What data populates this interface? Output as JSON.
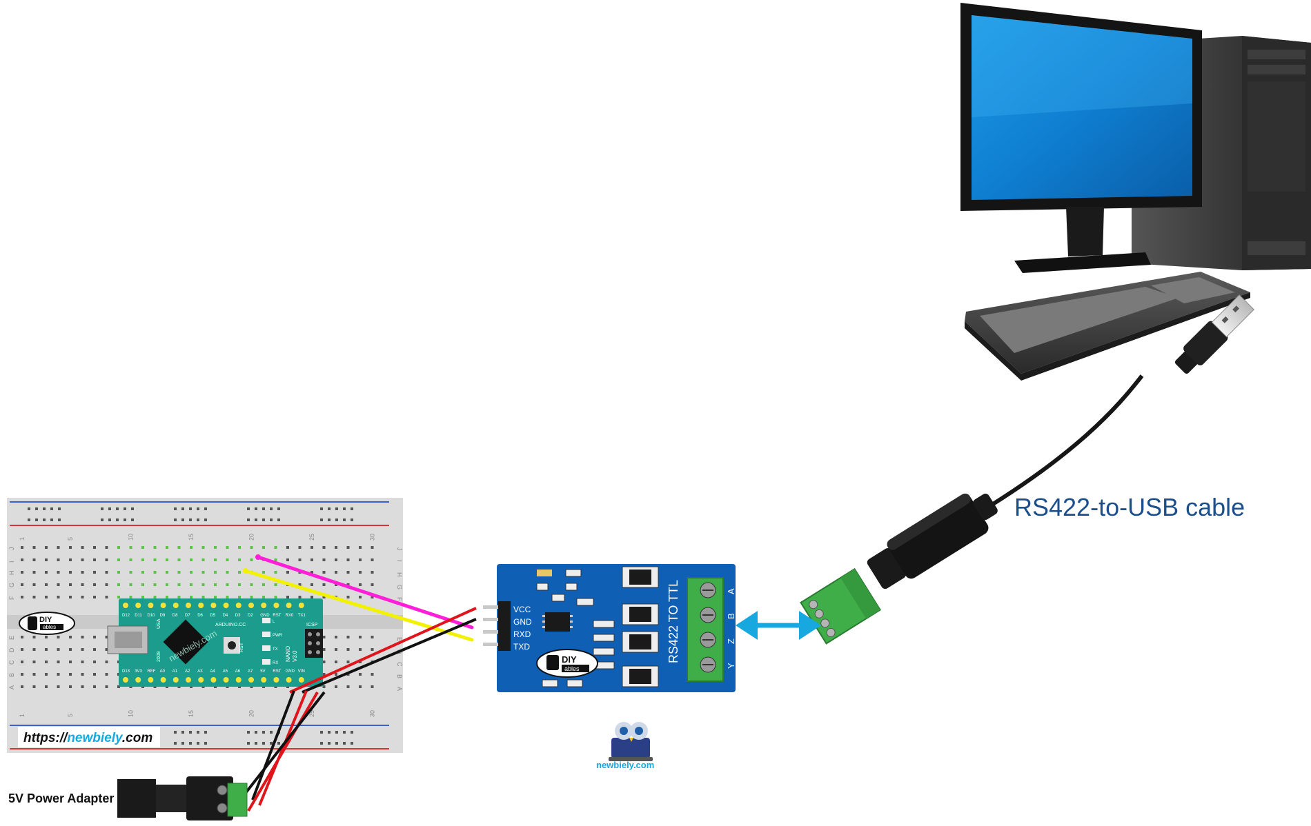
{
  "labels": {
    "cable": "RS422-to-USB cable",
    "power": "5V Power Adapter",
    "url_prefix": "https://",
    "url_site": "newbiely",
    "url_suffix": ".com",
    "watermark": "newbiely.com",
    "breadboard_watermark": "newbiely.com"
  },
  "module": {
    "pins": [
      "VCC",
      "GND",
      "RXD",
      "TXD"
    ],
    "title": "RS422 TO TTL",
    "terminals": [
      "A",
      "B",
      "Z",
      "Y"
    ]
  },
  "logo": {
    "top": "DIY",
    "bottom": "ables"
  },
  "nano": {
    "top_pins": [
      "D12",
      "D11",
      "D10",
      "D9",
      "D8",
      "D7",
      "D6",
      "D5",
      "D4",
      "D3",
      "D2",
      "GND",
      "RST",
      "RX0",
      "TX1"
    ],
    "bottom_pins": [
      "D13",
      "3V3",
      "REF",
      "A0",
      "A1",
      "A2",
      "A3",
      "A4",
      "A5",
      "A6",
      "A7",
      "5V",
      "RST",
      "GND",
      "VIN"
    ],
    "board_text": "ARDUINO.CC",
    "model": "NANO",
    "version": "V3.0",
    "country": "USA",
    "year": "2009",
    "icsp": "ICSP",
    "rst": "RST",
    "led_labels": [
      "L",
      "PWR",
      "TX",
      "RX"
    ]
  },
  "breadboard": {
    "col_numbers": [
      "1",
      "5",
      "10",
      "15",
      "20",
      "25",
      "30"
    ],
    "row_letters_top": [
      "J",
      "I",
      "H",
      "G",
      "F"
    ],
    "row_letters_bottom": [
      "E",
      "D",
      "C",
      "B",
      "A"
    ]
  },
  "colors": {
    "accent_blue": "#1a4f8c",
    "arrow": "#18a8e0",
    "module_pcb": "#0f5fb5",
    "nano_pcb": "#1b9c8c",
    "terminal_green": "#3fae49",
    "wire_magenta": "#ff1fd8",
    "wire_yellow": "#f2f200",
    "wire_red": "#e0141b",
    "wire_black": "#111111"
  }
}
